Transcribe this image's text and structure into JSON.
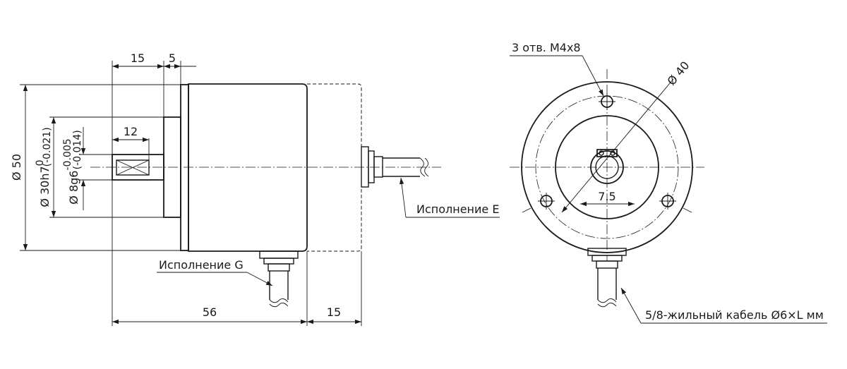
{
  "side_view": {
    "dims": {
      "shaft_len": "15",
      "flange": "5",
      "key": "12",
      "body_len": "56",
      "ext": "15",
      "dia_body": "Ø 50",
      "dia_spigot": "Ø 30h7",
      "dia_spigot_tol_upper": "0",
      "dia_spigot_tol_lower": "(-0.021)",
      "dia_shaft": "Ø 8g6",
      "dia_shaft_tol_upper": "-0.005",
      "dia_shaft_tol_lower": "(-0.014)"
    },
    "label_e": "Исполнение E",
    "label_g": "Исполнение G"
  },
  "front_view": {
    "holes_label": "3 отв. M4x8",
    "pcd_label": "Ø 40",
    "flat_dim": "7.5",
    "cable_label": "5/8-жильный кабель Ø6×L мм"
  }
}
